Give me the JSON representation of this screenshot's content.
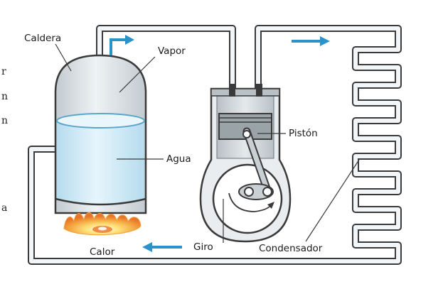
{
  "diagram": {
    "labels": {
      "caldera": "Caldera",
      "vapor": "Vapor",
      "agua": "Agua",
      "piston": "Pistón",
      "giro": "Giro",
      "calor": "Calor",
      "condensador": "Condensador"
    },
    "clipped_text_left": [
      "r",
      "n",
      "n",
      "a"
    ],
    "colors": {
      "pipe_outline": "#3a3a3a",
      "pipe_fill": "#e8eef1",
      "vapor_fill": "#dde3e6",
      "water_fill": "#cfe9f6",
      "water_outline": "#5aa5c8",
      "cylinder_fill": "#c9d0d4",
      "piston_fill": "#9aa3a8",
      "flow_arrow": "#2b93c9",
      "flame_orange": "#f2a03c",
      "flame_yellow": "#ffe27a"
    },
    "icons": {
      "flow_arrow_vapor": "arrow-up-right-icon",
      "flow_arrow_condenser": "arrow-right-icon",
      "flow_arrow_return": "arrow-left-icon",
      "rotation_arrow": "rotation-arrow-icon",
      "flame": "flame-icon"
    }
  }
}
